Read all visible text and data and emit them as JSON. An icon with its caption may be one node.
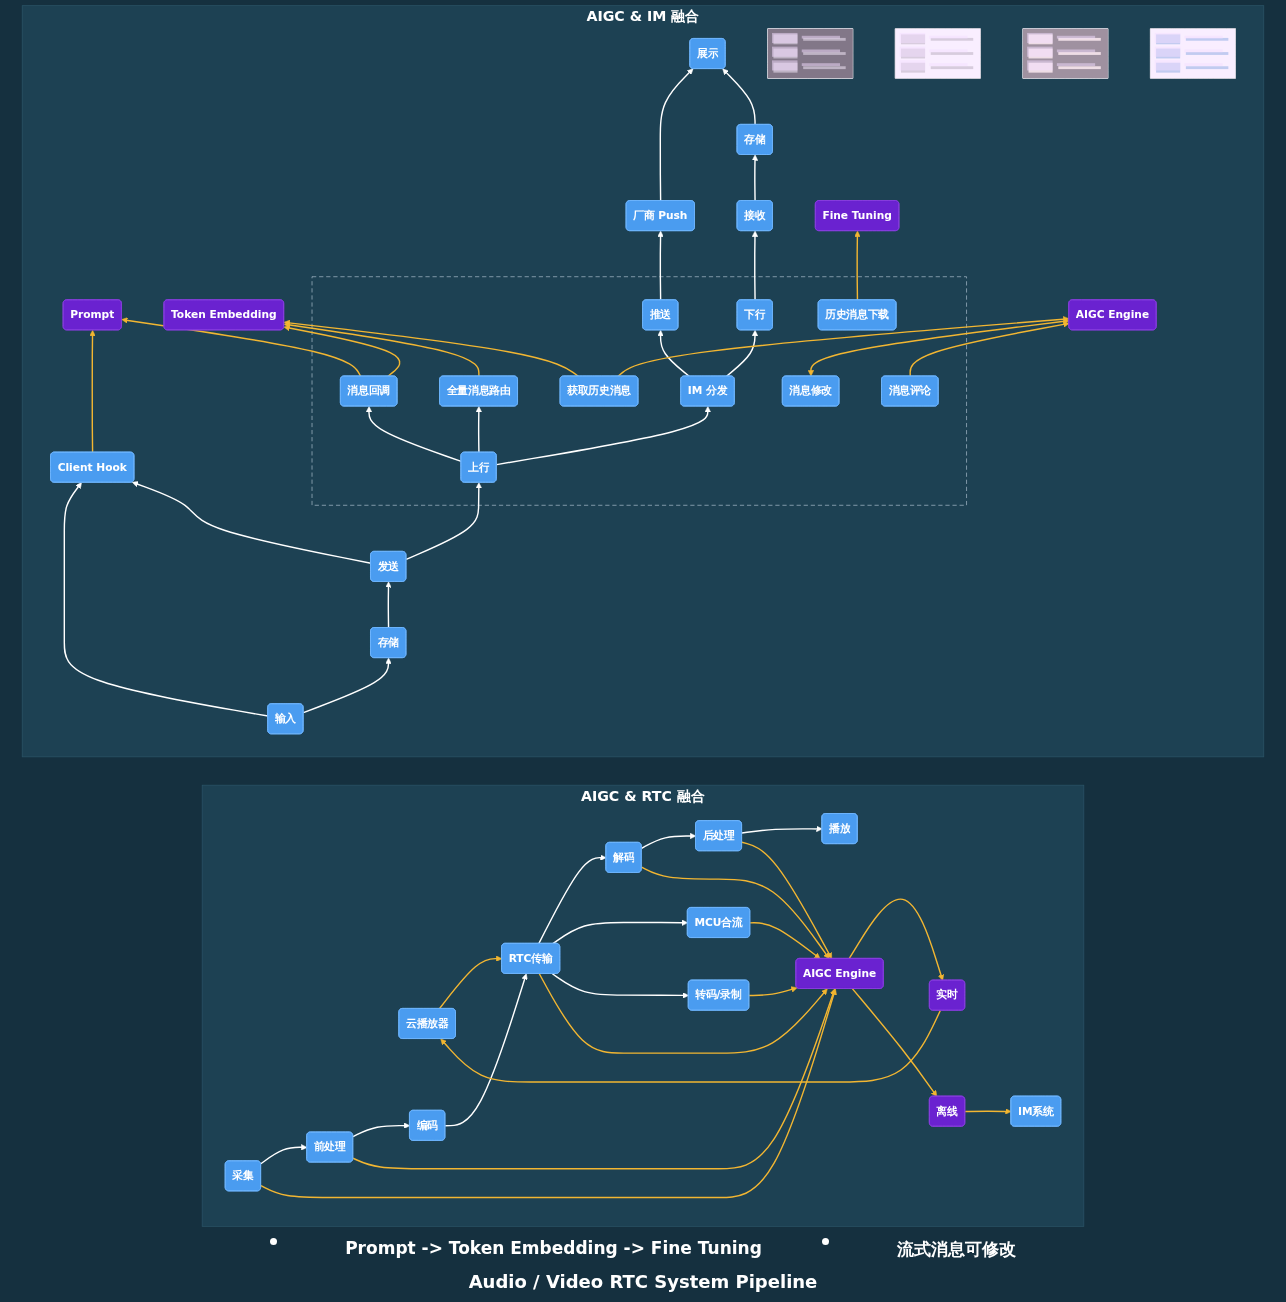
{
  "diagram": {
    "caption": "Audio / Video RTC System Pipeline",
    "nodes": [
      {
        "text": [
          "AIGC & IM 融合"
        ]
      },
      {
        "text": [],
        "shape": "picture",
        "in": 0
      },
      {
        "text": [],
        "shape": "picture",
        "in": 0
      },
      {
        "text": [
          "Prompt"
        ],
        "in": 0
      },
      {
        "text": [
          "Token Embedding"
        ],
        "in": 0
      },
      {
        "text": [
          "Client Hook"
        ],
        "in": 0
      },
      {
        "text": [],
        "shape": "box",
        "in": 0
      },
      {
        "text": [
          "消息回调"
        ],
        "in": 6
      },
      {
        "text": [
          "全量消息路由"
        ],
        "in": 6
      },
      {
        "text": [
          "获取历史消息"
        ],
        "in": 6
      },
      {
        "text": [
          "输入"
        ],
        "in": 0
      },
      {
        "text": [
          "存储"
        ],
        "in": 0
      },
      {
        "text": [
          "发送"
        ],
        "in": 0
      },
      {
        "text": [
          "上行"
        ],
        "in": 6
      },
      {
        "text": [
          "消息修改"
        ],
        "in": 6
      },
      {
        "text": [
          "IM 分发"
        ],
        "in": 6
      },
      {
        "text": [
          "AIGC Engine"
        ],
        "in": 0
      },
      {
        "text": [],
        "shape": "picture",
        "in": 0
      },
      {
        "text": [
          "消息评论"
        ],
        "in": 6
      },
      {
        "text": [
          "厂商 Push"
        ],
        "in": 0
      },
      {
        "text": [
          "推送"
        ],
        "in": 6
      },
      {
        "text": [
          "历史消息下载"
        ],
        "in": 6
      },
      {
        "text": [
          "Fine Tuning"
        ],
        "in": 0
      },
      {
        "text": [],
        "shape": "picture",
        "in": 0
      },
      {
        "text": [
          "展示"
        ],
        "in": 0
      },
      {
        "text": [
          "存储"
        ],
        "in": 0
      },
      {
        "text": [
          "接收"
        ],
        "in": 0
      },
      {
        "text": [
          "下行"
        ],
        "in": 6
      },
      {
        "text": [
          "AIGC & RTC 融合"
        ]
      },
      {
        "text": [
          "云播放器"
        ],
        "in": 28
      },
      {
        "text": [
          "采集"
        ],
        "in": 28
      },
      {
        "text": [
          "前处理"
        ],
        "in": 28
      },
      {
        "text": [
          "编码"
        ],
        "in": 28
      },
      {
        "text": [
          "MCU合流"
        ],
        "in": 28
      },
      {
        "text": [
          "AIGC Engine"
        ],
        "in": 28
      },
      {
        "text": [
          "实时"
        ],
        "in": 28
      },
      {
        "text": [
          "RTC传输"
        ],
        "in": 28
      },
      {
        "text": [
          "播放"
        ],
        "in": 28
      },
      {
        "text": [
          "后处理"
        ],
        "in": 28
      },
      {
        "text": [
          "解码"
        ],
        "in": 28
      },
      {
        "text": [
          "转码/录制"
        ],
        "in": 28
      },
      {
        "text": [
          "离线"
        ],
        "in": 28
      },
      {
        "text": [
          "IM系统"
        ],
        "in": 28
      }
    ],
    "edges": [
      {
        "from": 5,
        "to": 3,
        "arrow": "to",
        "color": "#f2b632"
      },
      {
        "from": 7,
        "to": 3,
        "arrow": "to",
        "color": "#f2b632"
      },
      {
        "from": 7,
        "to": 4,
        "arrow": "to",
        "color": "#f2b632"
      },
      {
        "from": 8,
        "to": 4,
        "arrow": "to",
        "color": "#f2b632"
      },
      {
        "from": 9,
        "to": 4,
        "arrow": "to",
        "color": "#f2b632"
      },
      {
        "from": 10,
        "to": 5,
        "arrow": "to"
      },
      {
        "from": 12,
        "to": 5,
        "arrow": "to"
      },
      {
        "from": 10,
        "to": 11,
        "arrow": "to"
      },
      {
        "from": 11,
        "to": 12,
        "arrow": "to"
      },
      {
        "from": 12,
        "to": 13,
        "arrow": "to"
      },
      {
        "from": 13,
        "to": 7,
        "arrow": "to"
      },
      {
        "from": 13,
        "to": 8,
        "arrow": "to"
      },
      {
        "from": 13,
        "to": 15,
        "arrow": "to"
      },
      {
        "from": 15,
        "to": 20,
        "arrow": "to"
      },
      {
        "from": 15,
        "to": 27,
        "arrow": "to"
      },
      {
        "from": 20,
        "to": 19,
        "arrow": "to"
      },
      {
        "from": 19,
        "to": 24,
        "arrow": "to"
      },
      {
        "from": 27,
        "to": 26,
        "arrow": "to"
      },
      {
        "from": 26,
        "to": 25,
        "arrow": "to"
      },
      {
        "from": 25,
        "to": 24,
        "arrow": "to"
      },
      {
        "from": 9,
        "to": 16,
        "arrow": "to",
        "color": "#f2b632"
      },
      {
        "from": 14,
        "to": 16,
        "arrow": "both",
        "color": "#f2b632"
      },
      {
        "from": 18,
        "to": 16,
        "arrow": "to",
        "color": "#f2b632"
      },
      {
        "from": 21,
        "to": 22,
        "arrow": "to",
        "color": "#f2b632"
      },
      {
        "from": 30,
        "to": 31,
        "arrow": "to"
      },
      {
        "from": 31,
        "to": 32,
        "arrow": "to"
      },
      {
        "from": 32,
        "to": 36,
        "arrow": "to"
      },
      {
        "from": 36,
        "to": 39,
        "arrow": "to"
      },
      {
        "from": 39,
        "to": 38,
        "arrow": "to"
      },
      {
        "from": 38,
        "to": 37,
        "arrow": "to"
      },
      {
        "from": 36,
        "to": 33,
        "arrow": "to"
      },
      {
        "from": 36,
        "to": 40,
        "arrow": "to"
      },
      {
        "from": 29,
        "to": 36,
        "arrow": "to",
        "color": "#f2b632"
      },
      {
        "from": 35,
        "to": 29,
        "arrow": "to",
        "color": "#f2b632"
      },
      {
        "from": 30,
        "to": 34,
        "arrow": "to",
        "color": "#f2b632"
      },
      {
        "from": 31,
        "to": 34,
        "arrow": "to",
        "color": "#f2b632"
      },
      {
        "from": 39,
        "to": 34,
        "arrow": "to",
        "color": "#f2b632"
      },
      {
        "from": 38,
        "to": 34,
        "arrow": "to",
        "color": "#f2b632"
      },
      {
        "from": 36,
        "to": 34,
        "arrow": "to",
        "color": "#f2b632"
      },
      {
        "from": 33,
        "to": 34,
        "arrow": "to",
        "color": "#f2b632"
      },
      {
        "from": 40,
        "to": 34,
        "arrow": "to",
        "color": "#f2b632"
      },
      {
        "from": 34,
        "to": 35,
        "arrow": "to",
        "color": "#f2b632"
      },
      {
        "from": 34,
        "to": 41,
        "arrow": "to",
        "color": "#f2b632"
      },
      {
        "from": 41,
        "to": 42,
        "arrow": "to",
        "color": "#f2b632"
      }
    ],
    "labels": [
      "Prompt -> Token Embedding -> Fine Tuning",
      "流式消息可修改"
    ]
  }
}
